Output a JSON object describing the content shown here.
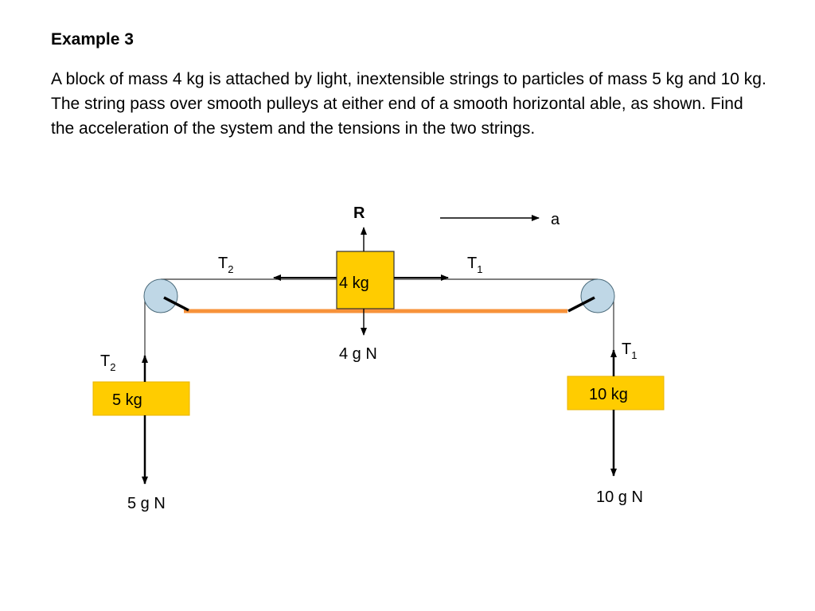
{
  "heading": "Example 3",
  "problem_text": "A block of mass 4 kg is attached by light, inextensible strings to particles of mass 5 kg and 10 kg. The string pass over smooth pulleys at either end of a smooth horizontal able, as shown. Find the acceleration of the system and the tensions in the two strings.",
  "diagram": {
    "colors": {
      "table": "#F7923A",
      "block_fill": "#FFCC00",
      "block_border": "#333333",
      "pulley_fill": "#BFD7E6",
      "string": "#333333",
      "arrow": "#000000"
    },
    "labels": {
      "reaction": "R",
      "acceleration": "a",
      "top_block_mass": "4 kg",
      "top_block_weight": "4 g N",
      "left_tension_symbol": "T",
      "left_tension_subscript": "2",
      "right_tension_symbol": "T",
      "right_tension_subscript": "1",
      "hanging_left_tension_symbol": "T",
      "hanging_left_tension_subscript": "2",
      "hanging_right_tension_symbol": "T",
      "hanging_right_tension_subscript": "1",
      "left_block_mass": "5 kg",
      "left_block_weight": "5 g N",
      "right_block_mass": "10 kg",
      "right_block_weight": "10 g N"
    }
  }
}
